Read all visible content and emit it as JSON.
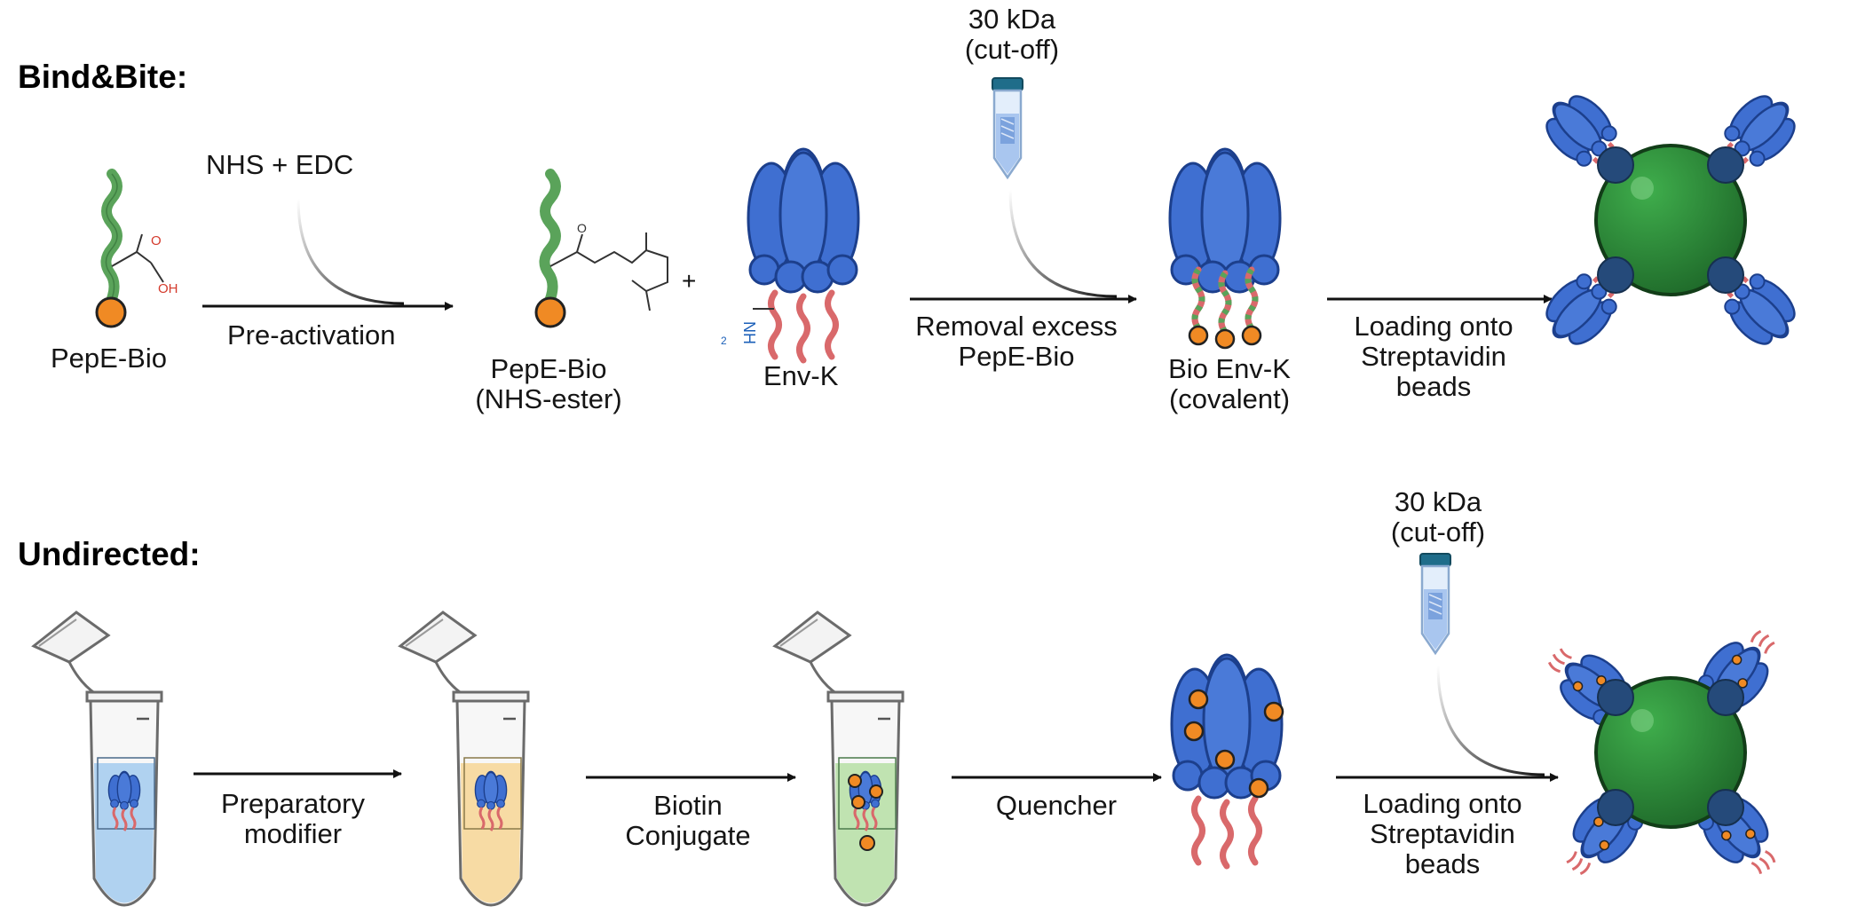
{
  "bind_bite": {
    "title": "Bind&Bite:",
    "reagent": "NHS + EDC",
    "step1": "Pre-activation",
    "pepe_bio": "PepE-Bio",
    "nhs_ester_name": "PepE-Bio",
    "nhs_ester_paren": "(NHS-ester)",
    "plus": "+",
    "amine_label": "NH",
    "amine_sub": "2",
    "env_k": "Env-K",
    "filter_size": "30 kDa",
    "filter_paren": "(cut-off)",
    "step2_line1": "Removal excess",
    "step2_line2": "PepE-Bio",
    "bio_env_line1": "Bio Env-K",
    "bio_env_line2": "(covalent)",
    "step3_line1": "Loading onto",
    "step3_line2": "Streptavidin",
    "step3_line3": "beads",
    "acid_o": "O",
    "acid_oh": "OH"
  },
  "undirected": {
    "title": "Undirected:",
    "step1_line1": "Preparatory",
    "step1_line2": "modifier",
    "step2_line1": "Biotin",
    "step2_line2": "Conjugate",
    "step3": "Quencher",
    "filter_size": "30 kDa",
    "filter_paren": "(cut-off)",
    "step4_line1": "Loading onto",
    "step4_line2": "Streptavidin",
    "step4_line3": "beads"
  },
  "colors": {
    "protein": "#3f6fd1",
    "protein_dark": "#1c3f8c",
    "biotin": "#f08a24",
    "linker": "#5aa35a",
    "tail": "#d9696b",
    "bead": "#2e8b3a",
    "bead_dark": "#1d5e27"
  }
}
